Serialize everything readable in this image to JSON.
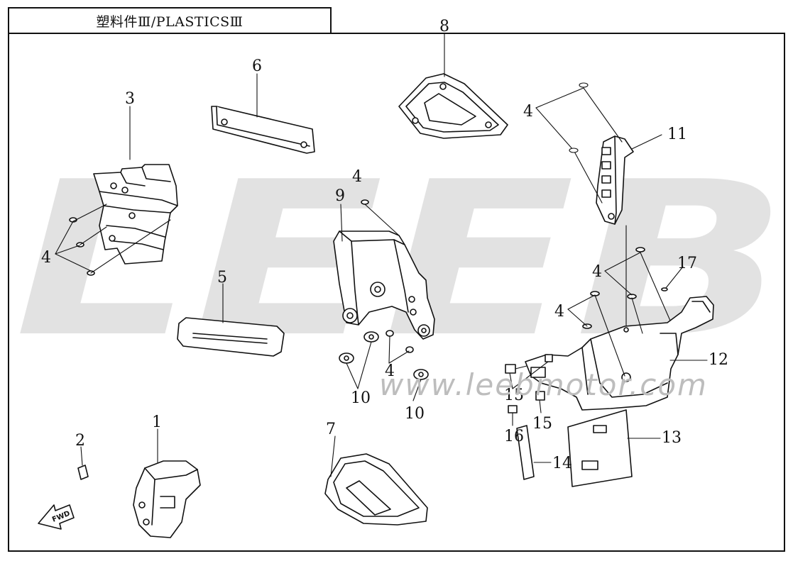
{
  "header": {
    "title": "塑料件Ⅲ/PLASTICSⅢ"
  },
  "watermark": {
    "logo_text": "LEEB",
    "url_text": "www.leebmotor.com"
  },
  "callouts": {
    "c1": "1",
    "c2": "2",
    "c3": "3",
    "c4a": "4",
    "c4b": "4",
    "c4c": "4",
    "c4d": "4",
    "c4e": "4",
    "c4f": "4",
    "c5": "5",
    "c6": "6",
    "c7": "7",
    "c8": "8",
    "c9": "9",
    "c10a": "10",
    "c10b": "10",
    "c11": "11",
    "c12": "12",
    "c13": "13",
    "c14": "14",
    "c15a": "15",
    "c15b": "15",
    "c16": "16",
    "c17": "17"
  },
  "arrow": {
    "label": "FWD"
  },
  "colors": {
    "line": "#111111",
    "watermark": "#d9d9d9",
    "fill": "#ffffff"
  }
}
